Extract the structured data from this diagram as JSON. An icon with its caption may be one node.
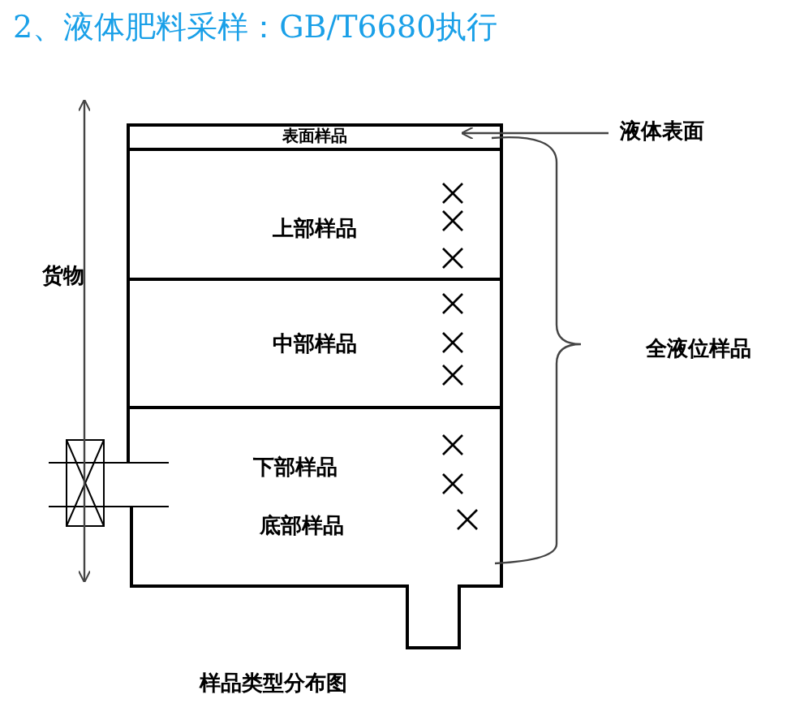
{
  "diagram": {
    "title": "2、液体肥料采样：GB/T6680执行",
    "caption": "样品类型分布图",
    "nodes": [
      {
        "text": [
          "表面样品"
        ]
      },
      {
        "text": [
          "上部样品"
        ]
      },
      {
        "text": [
          "中部样品"
        ]
      },
      {
        "text": [
          "下部样品",
          "底部样品"
        ]
      },
      {
        "text": [
          "液体表面"
        ]
      }
    ],
    "edges": [
      {
        "from": 4,
        "to": 0,
        "arrow": "to"
      }
    ],
    "labels": [
      "货物",
      "全液位样品"
    ]
  }
}
